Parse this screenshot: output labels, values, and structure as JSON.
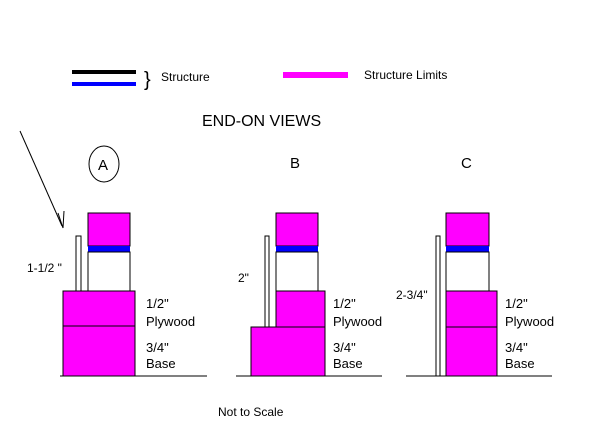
{
  "legend": {
    "structure_label": "Structure",
    "structure_brace": "}",
    "limits_label": "Structure Limits"
  },
  "title": "END-ON VIEWS",
  "footer": "Not to Scale",
  "views": [
    {
      "letter": "A",
      "letter_circled": true,
      "gap_label": "1-1/2 \"",
      "plywood_label": [
        "1/2\"",
        "Plywood"
      ],
      "base_label": [
        "3/4\"",
        "Base"
      ]
    },
    {
      "letter": "B",
      "letter_circled": false,
      "gap_label": "2\"",
      "plywood_label": [
        "1/2\"",
        "Plywood"
      ],
      "base_label": [
        "3/4\"",
        "Base"
      ]
    },
    {
      "letter": "C",
      "letter_circled": false,
      "gap_label": "2-3/4\"",
      "plywood_label": [
        "1/2\"",
        "Plywood"
      ],
      "base_label": [
        "3/4\"",
        "Base"
      ]
    }
  ],
  "colors": {
    "structure_limits": "#ff00ff",
    "structure_dark": "#000000",
    "structure_blue": "#0000ff",
    "outline": "#000000",
    "background": "#ffffff"
  }
}
